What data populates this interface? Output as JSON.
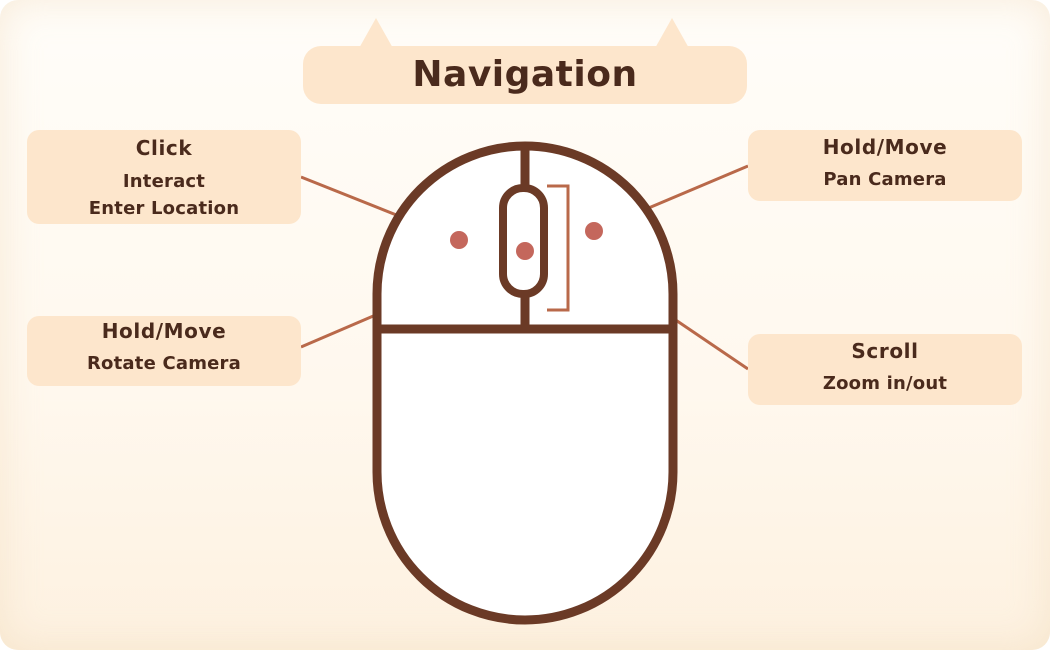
{
  "title": "Navigation",
  "labels": {
    "click": {
      "title": "Click",
      "lines": [
        "Interact",
        "Enter Location"
      ]
    },
    "rotate": {
      "title": "Hold/Move",
      "lines": [
        "Rotate Camera"
      ]
    },
    "pan": {
      "title": "Hold/Move",
      "lines": [
        "Pan Camera"
      ]
    },
    "scroll": {
      "title": "Scroll",
      "lines": [
        "Zoom in/out"
      ]
    }
  },
  "icons": [
    "mouse-icon"
  ],
  "colors": {
    "background": "#fff8ee",
    "panel": "#fde6cc",
    "outline": "#6b3a26",
    "text": "#4a2a1c",
    "connector": "#b9694a",
    "dot": "#c4675c"
  }
}
